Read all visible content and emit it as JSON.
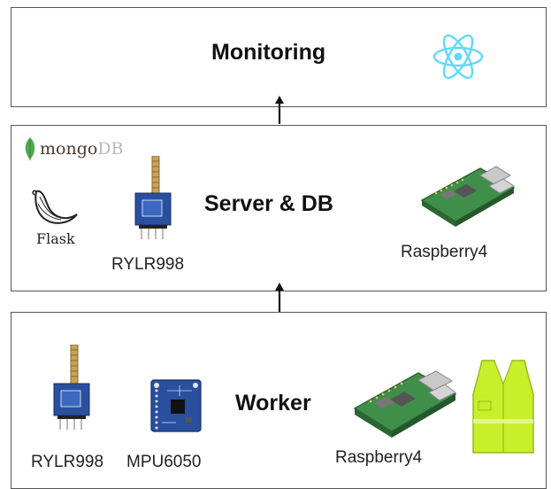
{
  "monitoring": {
    "title": "Monitoring",
    "icon": "react-icon"
  },
  "server": {
    "title": "Server & DB",
    "mongodb_text_a": "mongo",
    "mongodb_text_b": "DB",
    "flask_text": "Flask",
    "lora_label": "RYLR998",
    "pi_label": "Raspberry4"
  },
  "worker": {
    "title": "Worker",
    "lora_label": "RYLR998",
    "imu_label": "MPU6050",
    "pi_label": "Raspberry4",
    "vest_icon": "safety-vest-icon"
  },
  "colors": {
    "react": "#61dafb",
    "mongo_leaf": "#4fa94d",
    "pcb_blue": "#2a4f9e",
    "pi_green": "#3f8f4a",
    "vest": "#c8ef2a"
  }
}
